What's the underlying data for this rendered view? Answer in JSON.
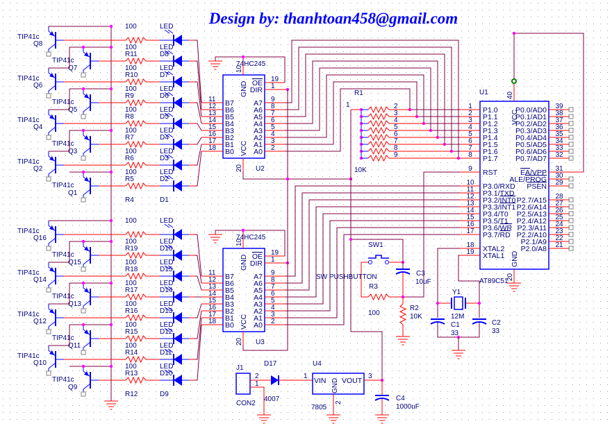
{
  "title": "Design by: thanhtoan458@gmail.com",
  "colors": {
    "wire": "#800040",
    "pin": "#ff0000",
    "part": "#0000ff",
    "junction": "#ff00ff",
    "label": "#000080",
    "title": "#0000ff",
    "vcc_pin": "#008000",
    "grid": "#a0a0a0",
    "nc": "#808080"
  },
  "rows_upper": [
    {
      "q": "Q8",
      "part": "TIP41c",
      "r": "R11",
      "rv": "100",
      "d": "D8",
      "dv": "LED"
    },
    {
      "q": "Q7",
      "part": "TIP41c",
      "r": "R10",
      "rv": "100",
      "d": "D7",
      "dv": "LED"
    },
    {
      "q": "Q6",
      "part": "TIP41c",
      "r": "R9",
      "rv": "100",
      "d": "D6",
      "dv": "LED"
    },
    {
      "q": "Q5",
      "part": "TIP41c",
      "r": "R8",
      "rv": "100",
      "d": "D5",
      "dv": "LED"
    },
    {
      "q": "Q4",
      "part": "TIP41c",
      "r": "R7",
      "rv": "100",
      "d": "D4",
      "dv": "LED"
    },
    {
      "q": "Q3",
      "part": "TIP41c",
      "r": "R6",
      "rv": "100",
      "d": "D3",
      "dv": "LED"
    },
    {
      "q": "Q2",
      "part": "TIP41c",
      "r": "R5",
      "rv": "100",
      "d": "D2",
      "dv": "LED"
    },
    {
      "q": "Q1",
      "part": "TIP41c",
      "r": "R4",
      "rv": "100",
      "d": "D1",
      "dv": "LED"
    }
  ],
  "rows_lower": [
    {
      "q": "Q16",
      "part": "TIP41c",
      "r": "R19",
      "rv": "100",
      "d": "D16",
      "dv": "LED"
    },
    {
      "q": "Q15",
      "part": "TIP41c",
      "r": "R18",
      "rv": "100",
      "d": "D15",
      "dv": "LED"
    },
    {
      "q": "Q14",
      "part": "TIP41c",
      "r": "R17",
      "rv": "100",
      "d": "D14",
      "dv": "LED"
    },
    {
      "q": "Q13",
      "part": "TIP41c",
      "r": "R16",
      "rv": "100",
      "d": "D13",
      "dv": "LED"
    },
    {
      "q": "Q12",
      "part": "TIP41c",
      "r": "R15",
      "rv": "100",
      "d": "D12",
      "dv": "LED"
    },
    {
      "q": "Q11",
      "part": "TIP41c",
      "r": "R14",
      "rv": "100",
      "d": "D11",
      "dv": "LED"
    },
    {
      "q": "Q10",
      "part": "TIP41c",
      "r": "R13",
      "rv": "100",
      "d": "D10",
      "dv": "LED"
    },
    {
      "q": "Q9",
      "part": "TIP41c",
      "r": "R12",
      "rv": "100",
      "d": "D9",
      "dv": "LED"
    }
  ],
  "buffers": [
    {
      "ref": "U2",
      "part": "74HC245",
      "b_pins": [
        {
          "num": "11",
          "name": "B7"
        },
        {
          "num": "12",
          "name": "B6"
        },
        {
          "num": "13",
          "name": "B5"
        },
        {
          "num": "14",
          "name": "B4"
        },
        {
          "num": "15",
          "name": "B3"
        },
        {
          "num": "16",
          "name": "B2"
        },
        {
          "num": "17",
          "name": "B1"
        },
        {
          "num": "18",
          "name": "B0"
        }
      ],
      "a_pins": [
        {
          "num": "9",
          "name": "A7"
        },
        {
          "num": "8",
          "name": "A6"
        },
        {
          "num": "7",
          "name": "A5"
        },
        {
          "num": "6",
          "name": "A4"
        },
        {
          "num": "5",
          "name": "A3"
        },
        {
          "num": "4",
          "name": "A2"
        },
        {
          "num": "3",
          "name": "A1"
        },
        {
          "num": "2",
          "name": "A0"
        }
      ],
      "oe": {
        "num": "19",
        "name": "OE"
      },
      "dir": {
        "num": "1",
        "name": "DIR"
      },
      "gnd": {
        "num": "10",
        "name": "GND"
      },
      "vcc": {
        "num": "20",
        "name": "VCC"
      }
    },
    {
      "ref": "U3",
      "part": "74HC245",
      "b_pins": [
        {
          "num": "11",
          "name": "B7"
        },
        {
          "num": "12",
          "name": "B6"
        },
        {
          "num": "13",
          "name": "B5"
        },
        {
          "num": "14",
          "name": "B4"
        },
        {
          "num": "15",
          "name": "B3"
        },
        {
          "num": "16",
          "name": "B2"
        },
        {
          "num": "17",
          "name": "B1"
        },
        {
          "num": "18",
          "name": "B0"
        }
      ],
      "a_pins": [
        {
          "num": "9",
          "name": "A7"
        },
        {
          "num": "8",
          "name": "A6"
        },
        {
          "num": "7",
          "name": "A5"
        },
        {
          "num": "6",
          "name": "A4"
        },
        {
          "num": "5",
          "name": "A3"
        },
        {
          "num": "4",
          "name": "A2"
        },
        {
          "num": "3",
          "name": "A1"
        },
        {
          "num": "2",
          "name": "A0"
        }
      ],
      "oe": {
        "num": "19",
        "name": "OE"
      },
      "dir": {
        "num": "1",
        "name": "DIR"
      },
      "gnd": {
        "num": "10",
        "name": "GND"
      },
      "vcc": {
        "num": "20",
        "name": "VCC"
      }
    }
  ],
  "mcu": {
    "ref": "U1",
    "part": "AT89C51",
    "vcc": {
      "num": "40",
      "name": "VCC"
    },
    "gnd": {
      "num": "20",
      "name": "GND"
    },
    "p1": [
      {
        "num": "1",
        "pre": "P1.0"
      },
      {
        "num": "2",
        "pre": "P1.1"
      },
      {
        "num": "3",
        "pre": "P1.2"
      },
      {
        "num": "4",
        "pre": "P1.3"
      },
      {
        "num": "5",
        "pre": "P1.4"
      },
      {
        "num": "6",
        "pre": "P1.5"
      },
      {
        "num": "7",
        "pre": "P1.6"
      },
      {
        "num": "8",
        "pre": "P1.7"
      }
    ],
    "rst": {
      "num": "9",
      "pre": "RST"
    },
    "p3": [
      {
        "num": "10",
        "pre": "P3.0/RXD"
      },
      {
        "num": "11",
        "pre": "P3.1/TXD"
      },
      {
        "num": "12",
        "pre": "P3.2/",
        "bar": "INT0"
      },
      {
        "num": "13",
        "pre": "P3.3/",
        "bar": "INT1"
      },
      {
        "num": "14",
        "pre": "P3.4/T0"
      },
      {
        "num": "15",
        "pre": "P3.5/T1"
      },
      {
        "num": "16",
        "pre": "P3.6/",
        "bar": "WR"
      },
      {
        "num": "17",
        "pre": "P3.7/",
        "bar": "RD"
      }
    ],
    "xtal": [
      {
        "num": "18",
        "pre": "XTAL2"
      },
      {
        "num": "19",
        "pre": "XTAL1"
      }
    ],
    "p0": [
      {
        "num": "39",
        "post": "P0.0/AD0"
      },
      {
        "num": "38",
        "post": "P0.1/AD1"
      },
      {
        "num": "37",
        "post": "P0.2/AD2"
      },
      {
        "num": "36",
        "post": "P0.3/AD3"
      },
      {
        "num": "35",
        "post": "P0.4/AD4"
      },
      {
        "num": "34",
        "post": "P0.5/AD5"
      },
      {
        "num": "33",
        "post": "P0.6/AD6"
      },
      {
        "num": "32",
        "post": "P0.7/AD7"
      }
    ],
    "ctrl": [
      {
        "num": "31",
        "bar": "EA",
        "post": "/VPP"
      },
      {
        "num": "30",
        "pre": "ALE/",
        "bar": "PROG"
      },
      {
        "num": "29",
        "bar": "PSEN"
      }
    ],
    "p2": [
      {
        "num": "28",
        "post": "P2.7/A15"
      },
      {
        "num": "27",
        "post": "P2.6/A14"
      },
      {
        "num": "26",
        "post": "P2.5/A13"
      },
      {
        "num": "25",
        "post": "P2.4/A12"
      },
      {
        "num": "24",
        "post": "P2.3/A11"
      },
      {
        "num": "23",
        "post": "P2.2/A10"
      },
      {
        "num": "22",
        "post": "P2.1/A9"
      },
      {
        "num": "21",
        "post": "P2.0/A8"
      }
    ]
  },
  "resistor_network": {
    "ref": "R1",
    "value": "10K",
    "common_pin": "1",
    "pins": [
      "2",
      "3",
      "4",
      "5",
      "6",
      "7",
      "8",
      "9"
    ]
  },
  "reset": {
    "sw1": {
      "ref": "SW1",
      "part": "SW PUSHBUTTON"
    },
    "r3": {
      "ref": "R3",
      "value": "100"
    },
    "c3": {
      "ref": "C3",
      "value": "10uF"
    },
    "r2": {
      "ref": "R2",
      "value": "10K"
    }
  },
  "clock": {
    "y1": {
      "ref": "Y1",
      "value": "12M"
    },
    "c1": {
      "ref": "C1",
      "value": "33"
    },
    "c2": {
      "ref": "C2",
      "value": "33"
    }
  },
  "power": {
    "j1": {
      "ref": "J1",
      "part": "CON2",
      "pin_a": "2",
      "pin_b": "1"
    },
    "d17": {
      "ref": "D17",
      "part": "4007"
    },
    "u4": {
      "ref": "U4",
      "part": "7805",
      "vin": "VIN",
      "gnd": "GND",
      "vout": "VOUT",
      "pin_vin": "1",
      "pin_gnd": "2",
      "pin_vout": "3"
    },
    "c4": {
      "ref": "C4",
      "value": "1000uF"
    }
  }
}
